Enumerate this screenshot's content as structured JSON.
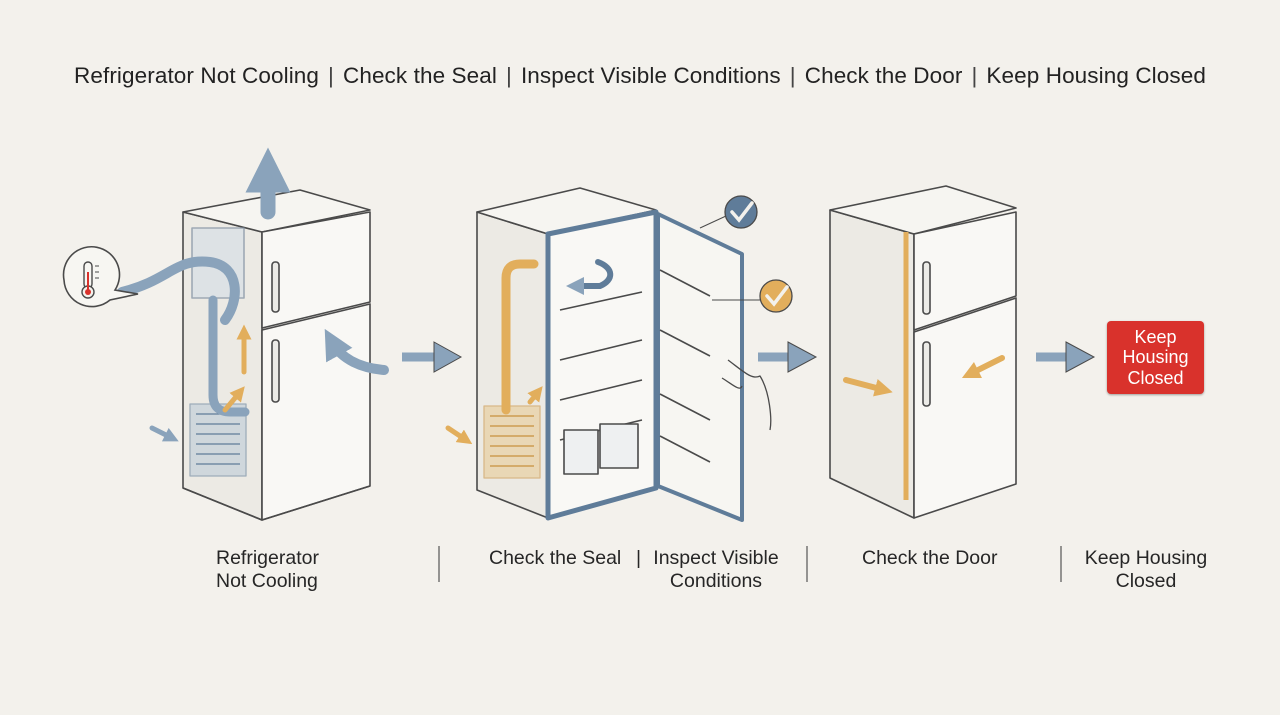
{
  "title": {
    "parts": [
      "Refrigerator Not Cooling",
      "Check the Seal",
      "Inspect Visible Conditions",
      "Check the Door",
      "Keep Housing Closed"
    ],
    "separator": "|"
  },
  "steps": [
    {
      "caption_line1": "Refrigerator",
      "caption_line2": "Not Cooling"
    },
    {
      "caption_a": "Check the Seal",
      "caption_b_line1": "Inspect Visible",
      "caption_b_line2": "Conditions"
    },
    {
      "caption_line1": "Check the Door"
    },
    {
      "caption_line1": "Keep Housing",
      "caption_line2": "Closed"
    }
  ],
  "badge": {
    "line1": "Keep",
    "line2": "Housing",
    "line3": "Closed"
  },
  "colors": {
    "background": "#f3f1ec",
    "airflow_blue": "#8aa3bb",
    "airflow_orange": "#e2ae5c",
    "check_blue": "#5f7c99",
    "check_orange": "#e2ae5c",
    "badge_red": "#d9322c",
    "line": "#4a4a4a"
  },
  "icons": [
    "thermometer-icon",
    "check-circle-icon",
    "arrow-right-icon"
  ]
}
